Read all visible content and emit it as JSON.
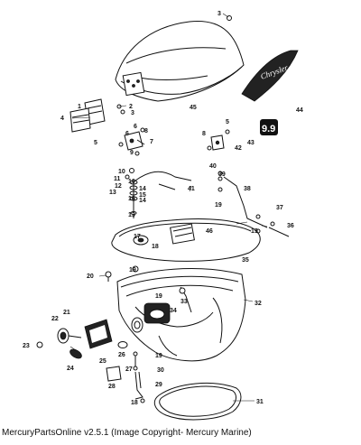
{
  "labels": {
    "cowl_bolt": "3",
    "cowl": "45",
    "decal_chrysler": "44",
    "decal_hp": "43",
    "hp_text": "9.9",
    "brand_text": "Chrysler",
    "plate_screw": "2",
    "plate_washer": "3",
    "plate": "1",
    "gasket_plate": "4",
    "bracket_screw_a": "6",
    "bracket_screw_b": "8",
    "bracket_screw_c": "6",
    "latch_screw": "5",
    "latch": "7",
    "latch_nut": "9",
    "bracket_r_screw": "5",
    "bracket_r_nut": "8",
    "bracket_r": "42",
    "link_a": "10",
    "link_b": "11",
    "link_c": "12",
    "link_d": "13",
    "link_e": "10",
    "link_f": "14",
    "link_g": "15",
    "link_h": "16",
    "link_i": "14",
    "link_j": "13",
    "rod": "41",
    "clip_a": "40",
    "clip_b": "39",
    "lever_right": "38",
    "pin_r": "19",
    "spring_r": "37",
    "spring_r2": "36",
    "pin_r2": "19",
    "pin_l": "17",
    "plate_l": "18",
    "plate_46": "46",
    "seal": "35",
    "bolt_20": "20",
    "grommet": "19",
    "bottom_cowl": "32",
    "pin_19b": "19",
    "grommet_33": "33",
    "bracket_34": "34",
    "knob_22": "22",
    "knob_21": "21",
    "knob_23": "23",
    "knob_24": "24",
    "decal_25": "25",
    "screw_26": "26",
    "pin_19c": "19",
    "screw_27": "27",
    "decal_28": "28",
    "lever_30": "30",
    "lever_29": "29",
    "pin_18": "18",
    "gasket_31": "31"
  },
  "caption": "MercuryPartsOnline v2.5.1 (Image Copyright- Mercury Marine)"
}
